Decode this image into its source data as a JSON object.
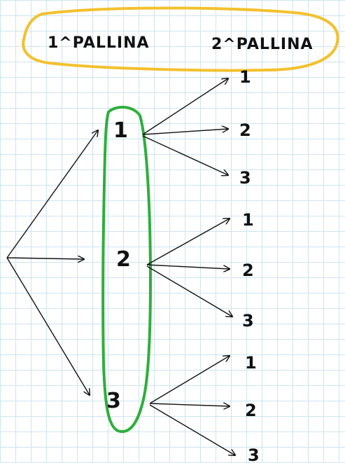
{
  "headers": {
    "first": "1^PALLINA",
    "second": "2^PALLINA"
  },
  "first_level": [
    "1",
    "2",
    "3"
  ],
  "second_level": [
    [
      "1",
      "2",
      "3"
    ],
    [
      "1",
      "2",
      "3"
    ],
    [
      "1",
      "2",
      "3"
    ]
  ],
  "colors": {
    "header_outline": "#f2c12e",
    "group_outline": "#2fae3c",
    "ink": "#111111"
  }
}
